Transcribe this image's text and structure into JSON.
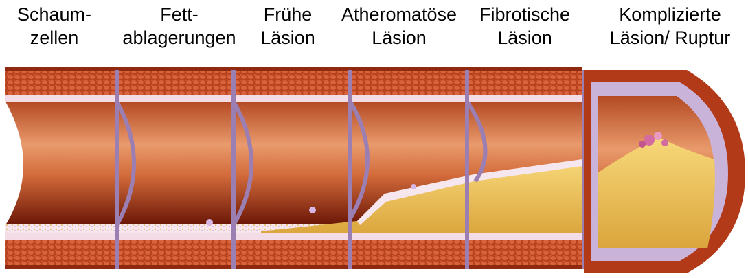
{
  "stages": [
    {
      "line1": "Schaum-",
      "line2": "zellen"
    },
    {
      "line1": "Fett-",
      "line2": "ablagerungen"
    },
    {
      "line1": "Frühe",
      "line2": "Läsion"
    },
    {
      "line1": "Atheromatöse",
      "line2": "Läsion"
    },
    {
      "line1": "Fibrotische",
      "line2": "Läsion"
    },
    {
      "line1": "Komplizierte",
      "line2": "Läsion/ Ruptur"
    }
  ],
  "colors": {
    "wall_outer": "#b8431f",
    "wall_cells": "#d9633a",
    "lumen_light": "#e99a6c",
    "lumen_dark": "#7a1e0a",
    "intima": "#f4dce6",
    "plaque": "#f0c45a",
    "plaque_dark": "#d9a23a",
    "section_face": "#c9b3d9"
  }
}
